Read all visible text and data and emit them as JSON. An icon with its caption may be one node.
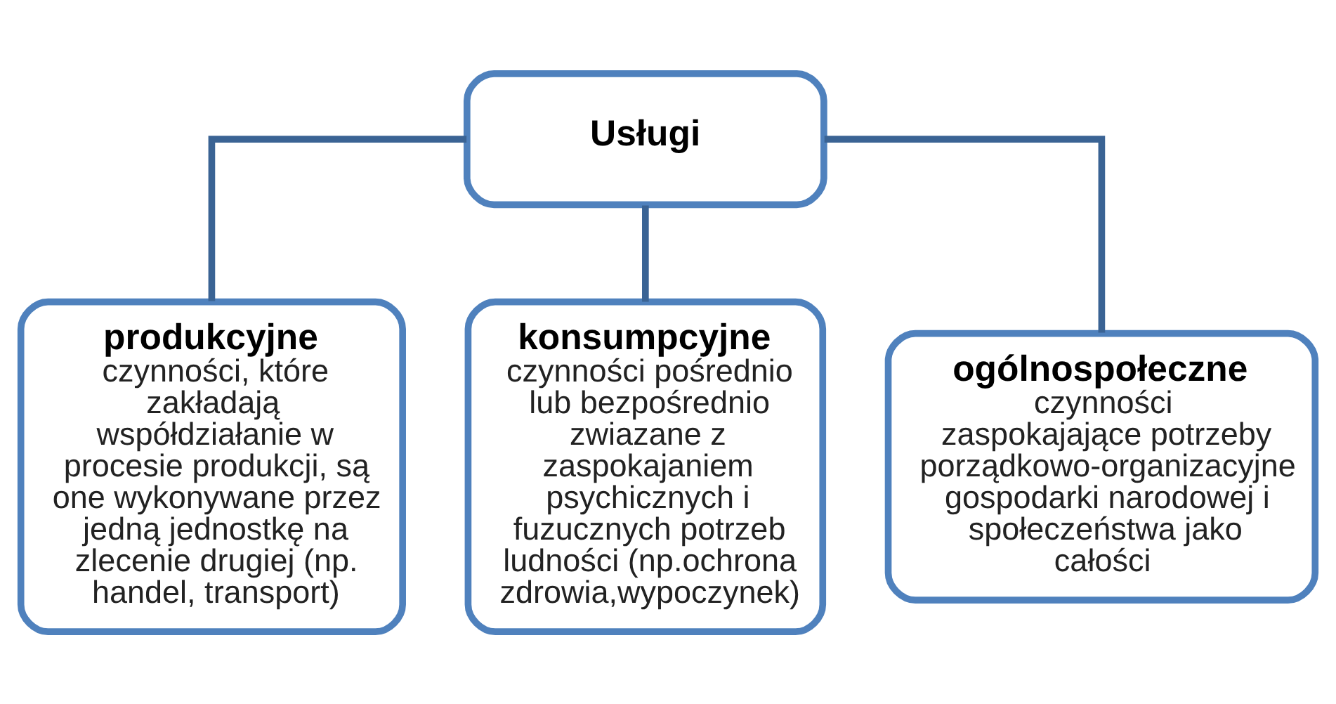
{
  "diagram": {
    "nodes": [
      {
        "text": [
          "Usługi"
        ]
      },
      {
        "text": [
          "produkcyjne",
          "czynności, które zakładają współdziałanie w procesie produkcji, są one wykonywane przez jedną jednostkę na zlecenie drugiej (np. handel, transport)"
        ]
      },
      {
        "text": [
          "konsumpcyjne",
          "czynności pośrednio lub bezpośrednio zwiazane z zaspokajaniem psychicznych i fuzucznych potrzeb ludności (np.ochrona zdrowia,wypoczynek)"
        ]
      },
      {
        "text": [
          "ogólnospołeczne",
          "czynności zaspokajające potrzeby porządkowo-organizacyjne gospodarki narodowej i społeczeństwa jako całości"
        ]
      }
    ],
    "edges": [
      {
        "from": 0,
        "to": 1,
        "arrow": "none"
      },
      {
        "from": 0,
        "to": 2,
        "arrow": "none"
      },
      {
        "from": 0,
        "to": 3,
        "arrow": "none"
      }
    ]
  }
}
